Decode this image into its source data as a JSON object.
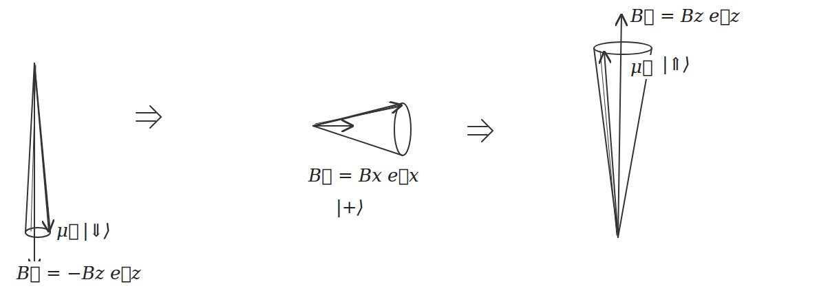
{
  "diagram": {
    "labels": [
      "μ⃗",
      "|⇓⟩",
      "B⃗ = −Bz e⃗z",
      "B⃗ = Bx e⃗x",
      "|+⟩",
      "B⃗ = Bz e⃗z",
      "μ⃗",
      "|⇑⟩"
    ]
  }
}
